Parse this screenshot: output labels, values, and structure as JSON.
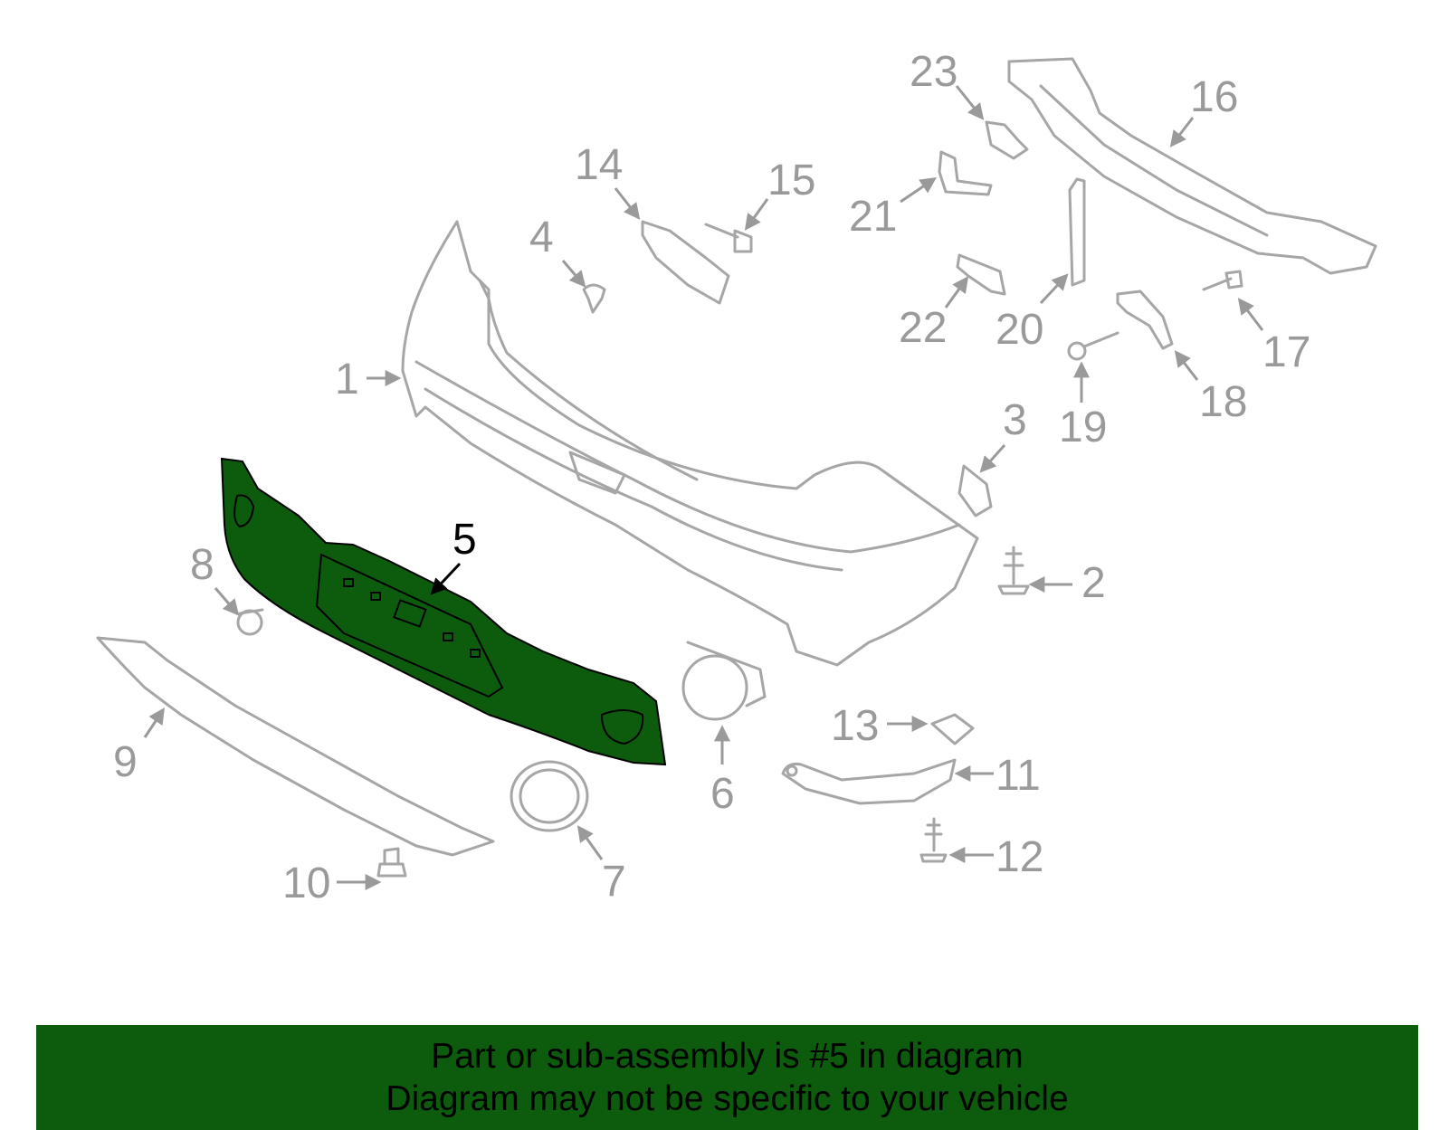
{
  "colors": {
    "highlight": "#0d5c0d",
    "banner": "#0d5c0d",
    "part_outline": "#a6a6a6",
    "callout_text": "#9a9a9a",
    "active_text": "#000000"
  },
  "diagram": {
    "highlighted_part": "5",
    "callouts": [
      "1",
      "2",
      "3",
      "4",
      "5",
      "6",
      "7",
      "8",
      "9",
      "10",
      "11",
      "12",
      "13",
      "14",
      "15",
      "16",
      "17",
      "18",
      "19",
      "20",
      "21",
      "22",
      "23"
    ]
  },
  "banner": {
    "line1": "Part or sub-assembly is #5 in diagram",
    "line2": "Diagram may not be specific to your vehicle"
  }
}
